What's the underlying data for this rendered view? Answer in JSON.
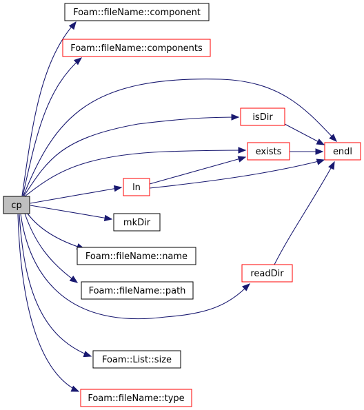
{
  "colors": {
    "edge": "#191970",
    "root_fill": "#bfbfbf",
    "root_border": "#000000",
    "documented_border": "#000000",
    "undocumented_border": "#ff0000",
    "node_fill": "#ffffff"
  },
  "graph": {
    "nodes": [
      {
        "id": "cp",
        "label": "cp",
        "kind": "root"
      },
      {
        "id": "component",
        "label": "Foam::fileName::component",
        "kind": "black"
      },
      {
        "id": "components",
        "label": "Foam::fileName::components",
        "kind": "red"
      },
      {
        "id": "isDir",
        "label": "isDir",
        "kind": "red"
      },
      {
        "id": "exists",
        "label": "exists",
        "kind": "red"
      },
      {
        "id": "endl",
        "label": "endl",
        "kind": "red"
      },
      {
        "id": "ln",
        "label": "ln",
        "kind": "red"
      },
      {
        "id": "mkDir",
        "label": "mkDir",
        "kind": "black"
      },
      {
        "id": "name",
        "label": "Foam::fileName::name",
        "kind": "black"
      },
      {
        "id": "path",
        "label": "Foam::fileName::path",
        "kind": "black"
      },
      {
        "id": "readDir",
        "label": "readDir",
        "kind": "red"
      },
      {
        "id": "size",
        "label": "Foam::List::size",
        "kind": "black"
      },
      {
        "id": "type",
        "label": "Foam::fileName::type",
        "kind": "red"
      }
    ],
    "edges": [
      {
        "from": "cp",
        "to": "component"
      },
      {
        "from": "cp",
        "to": "components"
      },
      {
        "from": "cp",
        "to": "endl"
      },
      {
        "from": "cp",
        "to": "isDir"
      },
      {
        "from": "cp",
        "to": "exists"
      },
      {
        "from": "cp",
        "to": "ln"
      },
      {
        "from": "cp",
        "to": "mkDir"
      },
      {
        "from": "cp",
        "to": "name"
      },
      {
        "from": "cp",
        "to": "path"
      },
      {
        "from": "cp",
        "to": "readDir"
      },
      {
        "from": "cp",
        "to": "size"
      },
      {
        "from": "cp",
        "to": "type"
      },
      {
        "from": "isDir",
        "to": "endl"
      },
      {
        "from": "exists",
        "to": "endl"
      },
      {
        "from": "ln",
        "to": "exists"
      },
      {
        "from": "ln",
        "to": "endl"
      },
      {
        "from": "readDir",
        "to": "endl"
      }
    ]
  }
}
